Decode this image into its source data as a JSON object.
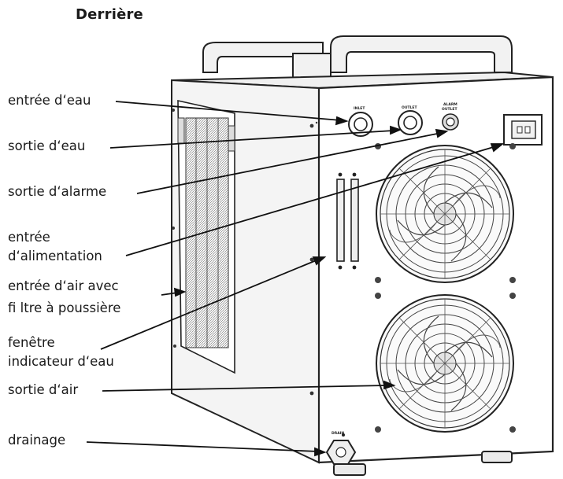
{
  "title": "Derrière",
  "labels": {
    "water_inlet": "entrée d‘eau",
    "water_outlet": "sortie d‘eau",
    "alarm_outlet": "sortie d‘alarme",
    "power_inlet_l1": "entrée",
    "power_inlet_l2": "d‘alimentation",
    "air_inlet_l1": "entrée d‘air avec",
    "air_inlet_l2": "fi ltre à poussière",
    "water_window_l1": "fenêtre",
    "water_window_l2": "indicateur d‘eau",
    "air_outlet": "sortie d‘air",
    "drain": "drainage"
  },
  "panel_text": {
    "inlet": "INLET",
    "outlet": "OUTLET",
    "alarm_1": "ALARM",
    "alarm_2": "OUTLET",
    "drain": "DRAIN"
  }
}
